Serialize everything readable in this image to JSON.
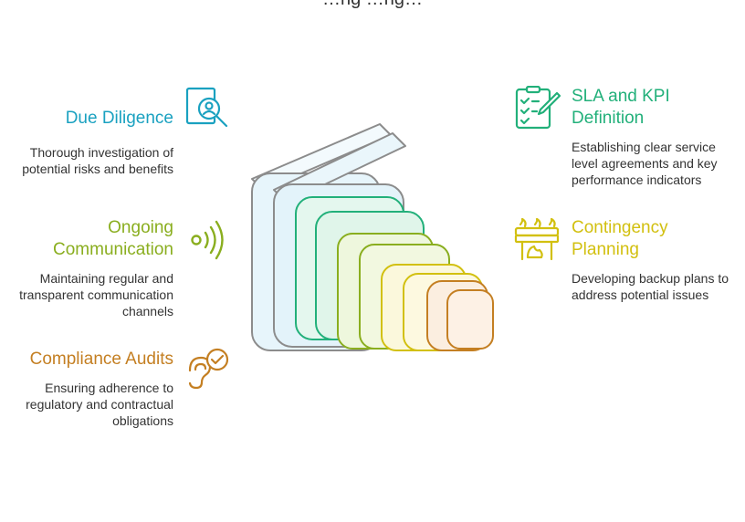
{
  "header": {
    "title": "…ng …ng…"
  },
  "colors": {
    "due_diligence": "#1aa1c0",
    "ongoing_communication": "#8aae1f",
    "compliance_audits": "#c47f22",
    "sla_kpi": "#22b07a",
    "contingency": "#d2c010"
  },
  "items": {
    "due_diligence": {
      "title": "Due Diligence",
      "description": "Thorough investigation of potential risks and benefits",
      "icon": "search-person-icon"
    },
    "ongoing_communication": {
      "title": "Ongoing Communication",
      "description": "Maintaining regular and transparent communication channels",
      "icon": "signal-waves-icon"
    },
    "compliance_audits": {
      "title": "Compliance Audits",
      "description": "Ensuring adherence to regulatory and contractual obligations",
      "icon": "ear-check-icon"
    },
    "sla_kpi": {
      "title": "SLA and KPI Definition",
      "description": "Establishing clear service level agreements and key performance indicators",
      "icon": "clipboard-checklist-icon"
    },
    "contingency": {
      "title": "Contingency Planning",
      "description": "Developing backup plans to address potential issues",
      "icon": "fire-barrier-icon"
    }
  }
}
